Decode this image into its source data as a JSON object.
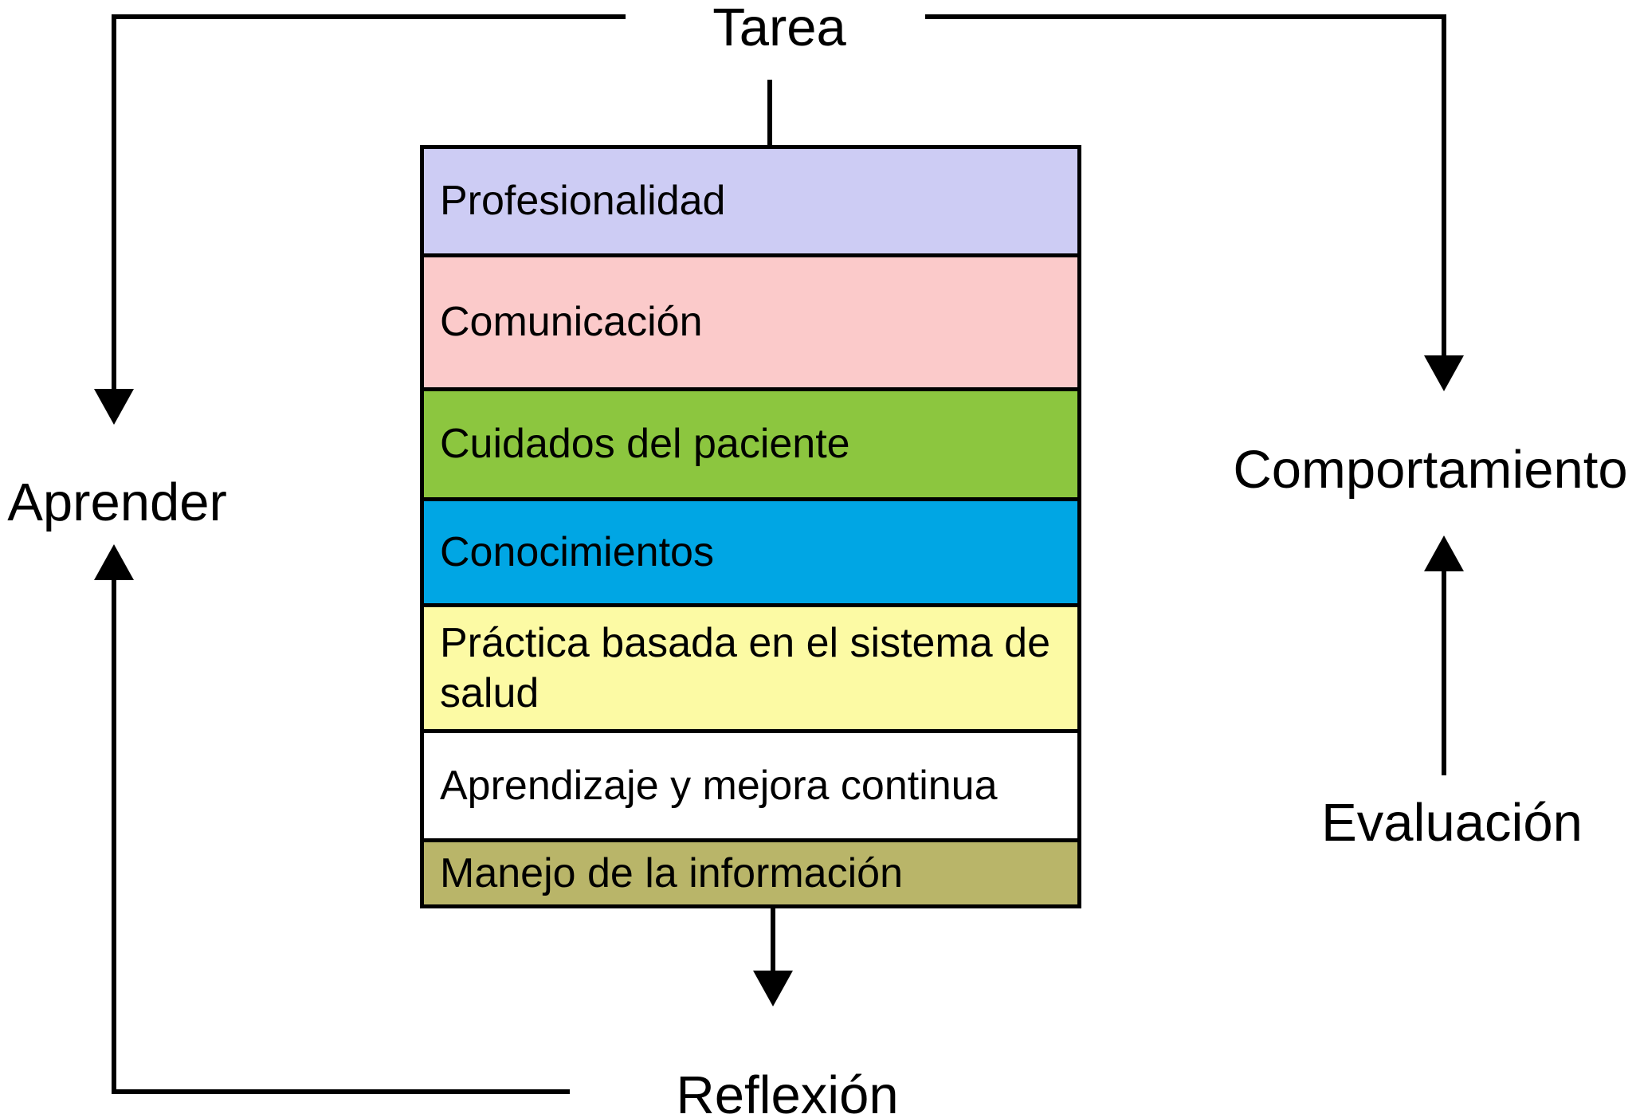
{
  "diagram": {
    "title_hint": "competency assessment cycle",
    "outer_labels": {
      "top": "Tarea",
      "left": "Aprender",
      "right": "Comportamiento",
      "right_bottom": "Evaluación",
      "bottom": "Reflexión"
    },
    "competency_box": {
      "rows": [
        {
          "label": "Profesionalidad",
          "color": "#cdccf4"
        },
        {
          "label": "Comunicación",
          "color": "#fbcaca"
        },
        {
          "label": "Cuidados del paciente",
          "color": "#8cc63f"
        },
        {
          "label": "Conocimientos",
          "color": "#00a6e4"
        },
        {
          "label": "Práctica basada en el sistema de salud",
          "color": "#fcfaa4"
        },
        {
          "label": "Aprendizaje y mejora continua",
          "color": "#ffffff"
        },
        {
          "label": "Manejo de la información",
          "color": "#b9b569"
        }
      ],
      "border_color": "#000000"
    },
    "arrow_color": "#000000",
    "text_color": "#000000",
    "background_color": "#ffffff"
  }
}
